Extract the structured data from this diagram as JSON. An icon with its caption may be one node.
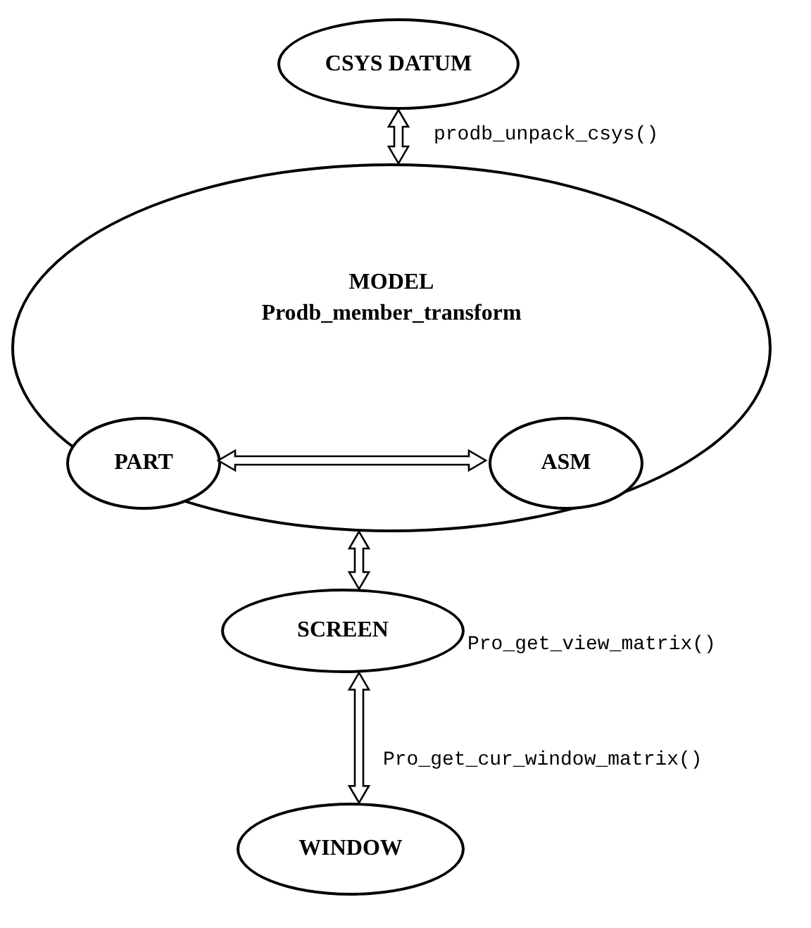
{
  "diagram": {
    "nodes": [
      {
        "text": [
          "CSYS DATUM"
        ]
      },
      {
        "text": [
          "MODEL",
          "Prodb_member_transform"
        ]
      },
      {
        "text": [
          "PART"
        ],
        "in": 1
      },
      {
        "text": [
          "ASM"
        ],
        "in": 1
      },
      {
        "text": [
          "SCREEN"
        ],
        "beside": [
          "Pro_get_view_matrix()"
        ]
      },
      {
        "text": [
          "WINDOW"
        ]
      }
    ],
    "edges": [
      {
        "from": 0,
        "to": 1,
        "arrow": "both",
        "label": "prodb_unpack_csys()"
      },
      {
        "from": 2,
        "to": 3,
        "arrow": "both"
      },
      {
        "from": 1,
        "to": 4,
        "arrow": "both"
      },
      {
        "from": 4,
        "to": 5,
        "arrow": "both",
        "label": "Pro_get_cur_window_matrix()"
      }
    ]
  }
}
